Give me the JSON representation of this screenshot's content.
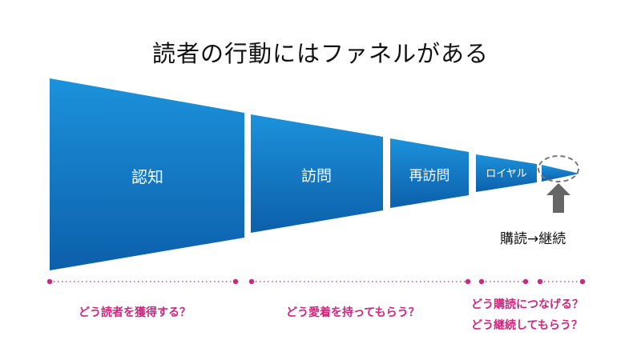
{
  "title": "読者の行動にはファネルがある",
  "stages": [
    {
      "label": "認知"
    },
    {
      "label": "訪問"
    },
    {
      "label": "再訪問"
    },
    {
      "label": "ロイヤル"
    }
  ],
  "result_label": "購読→継続",
  "questions": {
    "awareness": "どう読者を獲得する？",
    "visit": "どう愛着を持ってもらう？",
    "subscribe": "どう購読につなげる？",
    "continue": "どう継続してもらう？"
  },
  "colors": {
    "funnel_dark": "#0d5faa",
    "funnel_light": "#1c92dc",
    "accent": "#c8297e",
    "arrow": "#666666"
  },
  "icons": [
    "dashed-circle-icon",
    "arrow-up-icon"
  ]
}
